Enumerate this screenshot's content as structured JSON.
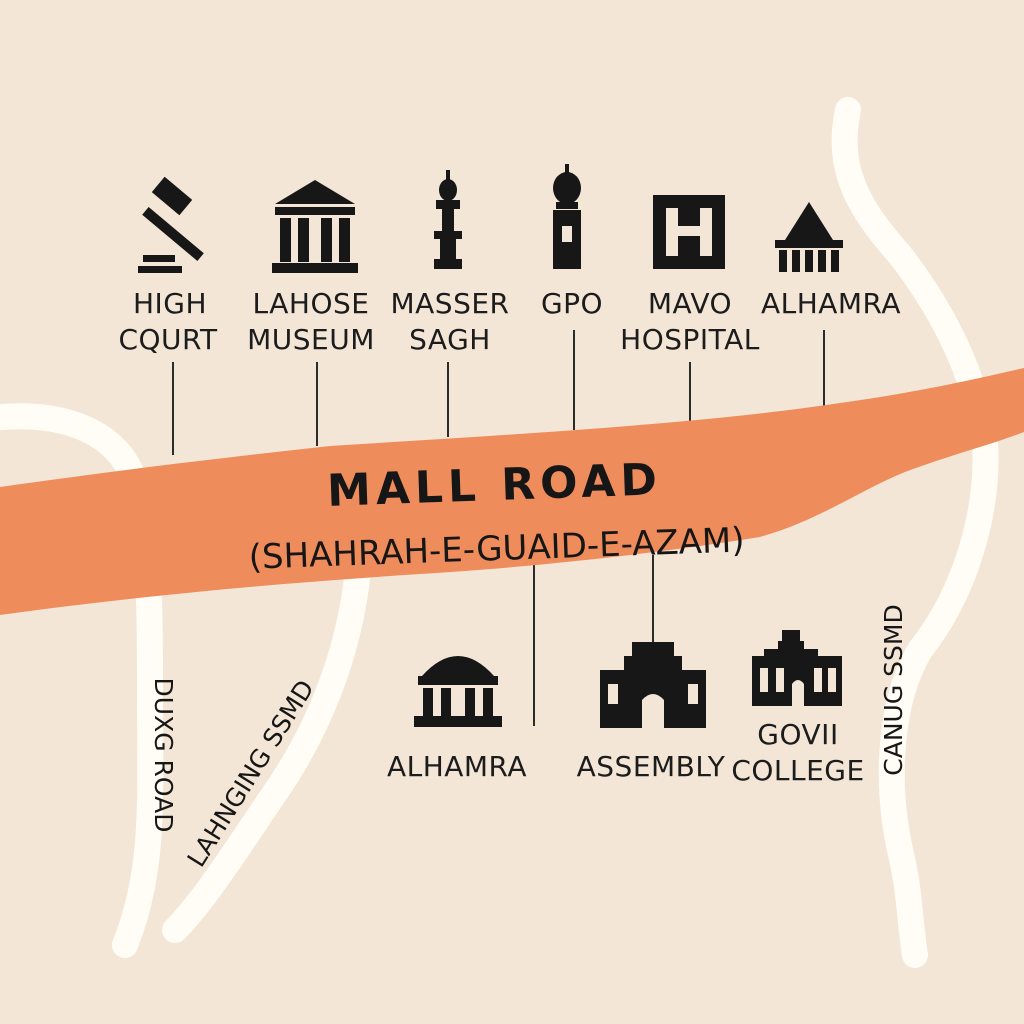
{
  "map": {
    "background_color": "#f3e6d6",
    "main_road_color": "#ef8c5c",
    "side_road_color": "#fffdf5",
    "ink_color": "#171717"
  },
  "main_road": {
    "name": "MALL ROAD",
    "subtitle": "(SHAHRAH-E-GUAID-E-AZAM)"
  },
  "side_roads": [
    {
      "label": "DUXG ROAD"
    },
    {
      "label": "LAHNGING SSMD"
    },
    {
      "label": "CANUG SSMD"
    }
  ],
  "landmarks_north": [
    {
      "label_lines": [
        "HIGH",
        "CQURT"
      ],
      "icon": "gavel-icon"
    },
    {
      "label_lines": [
        "LAHOSE",
        "MUSEUM"
      ],
      "icon": "museum-icon"
    },
    {
      "label_lines": [
        "MASSER",
        "SAGH"
      ],
      "icon": "minaret-icon"
    },
    {
      "label_lines": [
        "GPO"
      ],
      "icon": "tower-icon"
    },
    {
      "label_lines": [
        "MAVO",
        "HOSPITAL"
      ],
      "icon": "hospital-icon"
    },
    {
      "label_lines": [
        "ALHAMRA"
      ],
      "icon": "pavilion-icon"
    }
  ],
  "landmarks_south": [
    {
      "label_lines": [
        "ALHAMRA"
      ],
      "icon": "domed-hall-icon"
    },
    {
      "label_lines": [
        "ASSEMBLY"
      ],
      "icon": "assembly-building-icon"
    },
    {
      "label_lines": [
        "GOVII",
        "COLLEGE"
      ],
      "icon": "college-building-icon"
    }
  ]
}
